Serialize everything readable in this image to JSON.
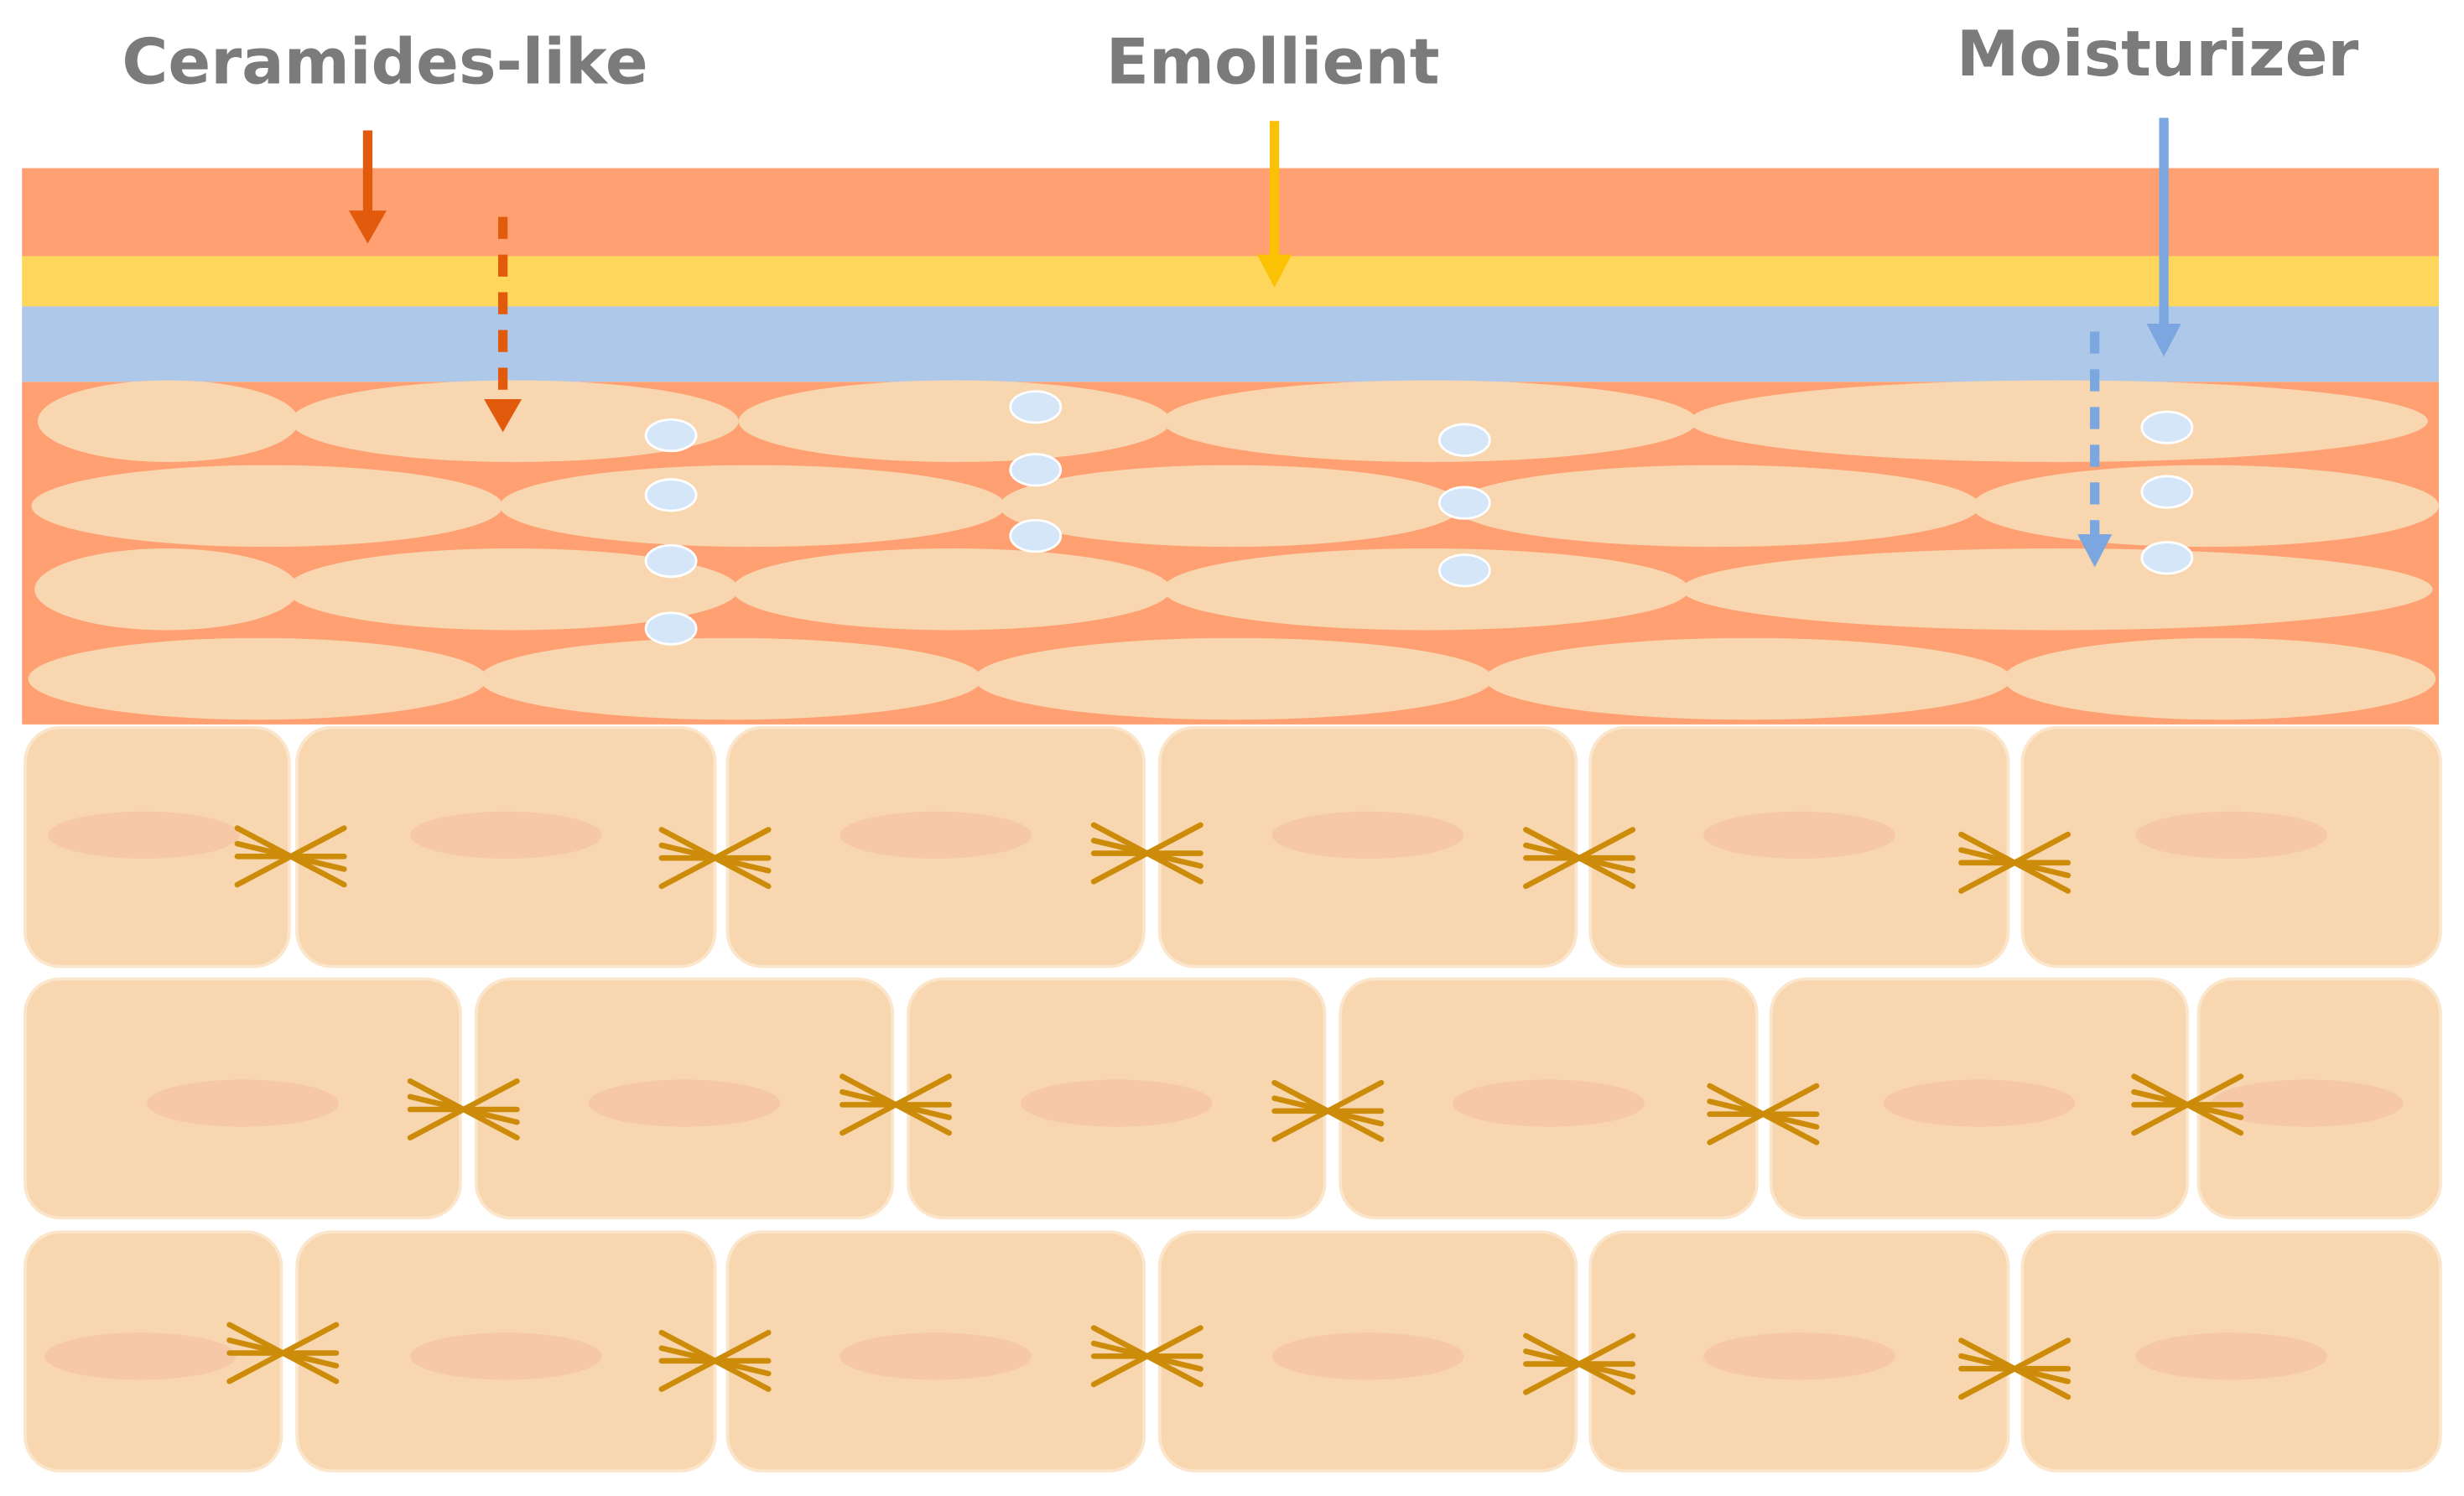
{
  "labels": {
    "ceramides": "Ceramides-like",
    "emollient": "Emollient",
    "moisturizer": "Moisturizer"
  },
  "colors": {
    "label_text": "#7b7b7b",
    "top_layer": "#fea071",
    "emollient_layer": "#fed65c",
    "moisturizer_layer": "#adc8e8",
    "corneocyte": "#f7d6b0",
    "cell_border": "#fbe6cb",
    "nucleus": "#f6c8a8",
    "ceramide_arrow": "#e25a0c",
    "emollient_arrow": "#fbc105",
    "moisturizer_arrow": "#7ba6df",
    "water_droplet": "#d4e6f7",
    "desmosome": "#cc8c0a"
  },
  "icons": {
    "desmosome": "desmosome-junction-icon",
    "droplet": "water-droplet-icon"
  }
}
